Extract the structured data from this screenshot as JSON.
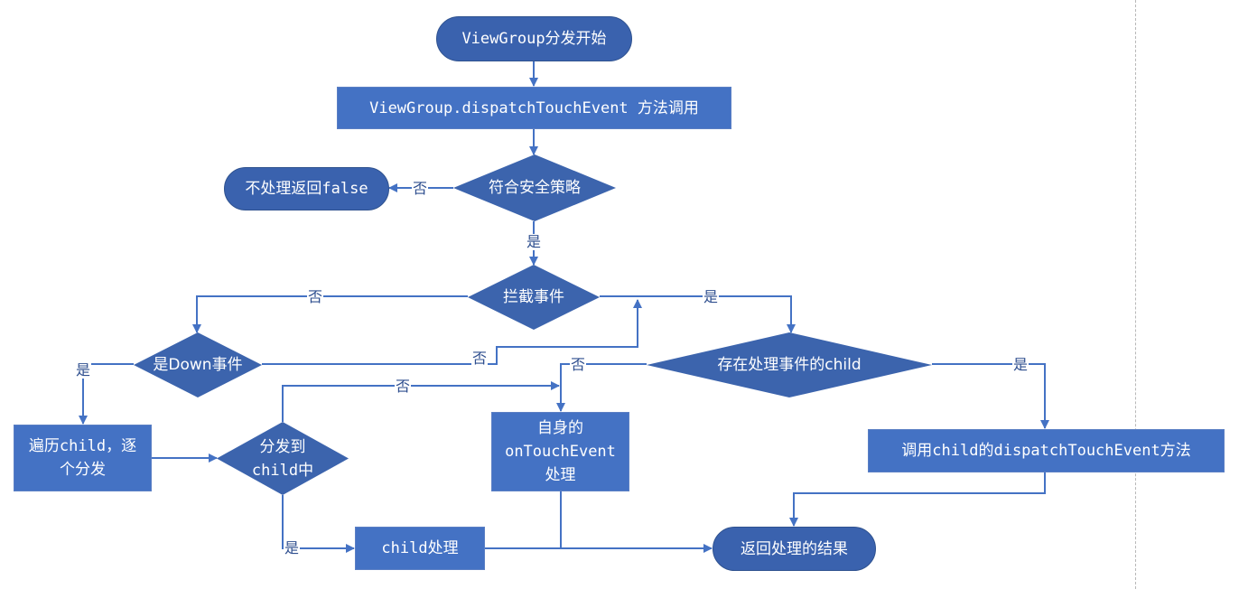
{
  "diagram": {
    "title": "ViewGroup事件分发流程",
    "colors": {
      "terminal": "#3a62ae",
      "process": "#4472c4",
      "decision": "#3c64ad",
      "connector": "#4472c4",
      "label_text": "#2f4f8f"
    },
    "nodes": {
      "start": "ViewGroup分发开始",
      "dispatch_call": "ViewGroup.dispatchTouchEvent 方法调用",
      "security_check": "符合安全策略",
      "return_false": "不处理返回false",
      "intercept": "拦截事件",
      "is_down": "是Down事件",
      "has_target_child": "存在处理事件的child",
      "iterate_children_line1": "遍历child，逐",
      "iterate_children_line2": "个分发",
      "dispatched_line1": "分发到",
      "dispatched_line2": "child中",
      "self_handle_line1": "自身的",
      "self_handle_line2": "onTouchEvent",
      "self_handle_line3": "处理",
      "call_child_dispatch": "调用child的dispatchTouchEvent方法",
      "child_handle": "child处理",
      "return_result": "返回处理的结果"
    },
    "edge_labels": {
      "security_no": "否",
      "security_yes": "是",
      "intercept_no": "否",
      "intercept_yes": "是",
      "down_yes": "是",
      "down_no": "否",
      "has_child_no": "否",
      "has_child_yes": "是",
      "dispatched_no": "否",
      "dispatched_yes": "是"
    }
  }
}
